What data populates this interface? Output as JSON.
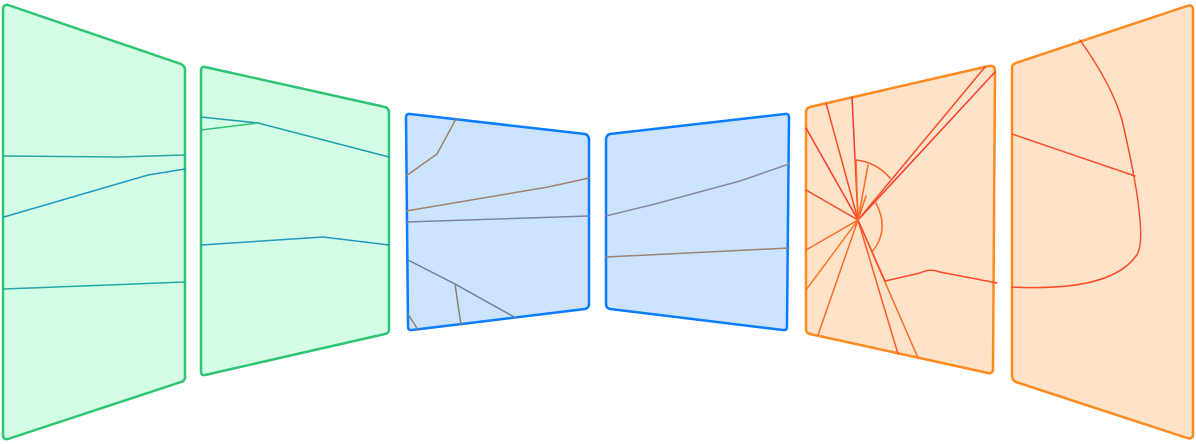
{
  "colors": {
    "green_fill": "#d4fde6",
    "green_stroke": "#2ec572",
    "blue_fill": "#cce3fd",
    "blue_stroke": "#0a7cff",
    "blue_line": "#2f7fd6",
    "orange_fill": "#fee3c9",
    "orange_stroke": "#ff8a1f",
    "red_line": "#ff3a2a",
    "brown_line": "#c8864e",
    "slate_line": "#5a7fa8"
  },
  "panels": [
    {
      "id": "panel-1",
      "theme": "green"
    },
    {
      "id": "panel-2",
      "theme": "green"
    },
    {
      "id": "panel-3",
      "theme": "blue"
    },
    {
      "id": "panel-4",
      "theme": "blue"
    },
    {
      "id": "panel-5",
      "theme": "orange"
    },
    {
      "id": "panel-6",
      "theme": "orange"
    }
  ]
}
